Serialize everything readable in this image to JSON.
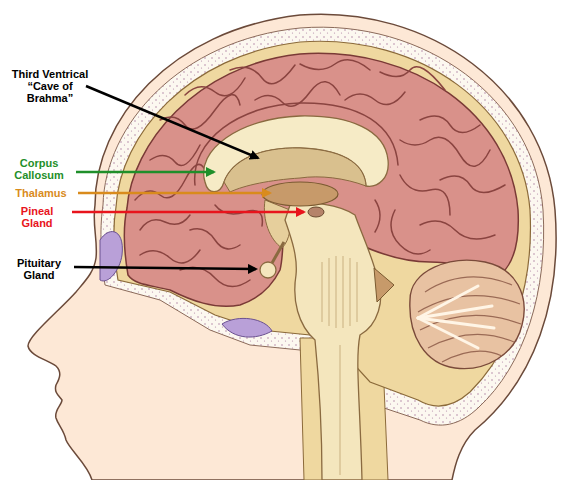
{
  "diagram": {
    "labels": [
      "Third Ventrical “Cave of Brahma”",
      "Corpus Callosum",
      "Thalamus",
      "Pineal Gland",
      "Pituitary Gland"
    ]
  }
}
